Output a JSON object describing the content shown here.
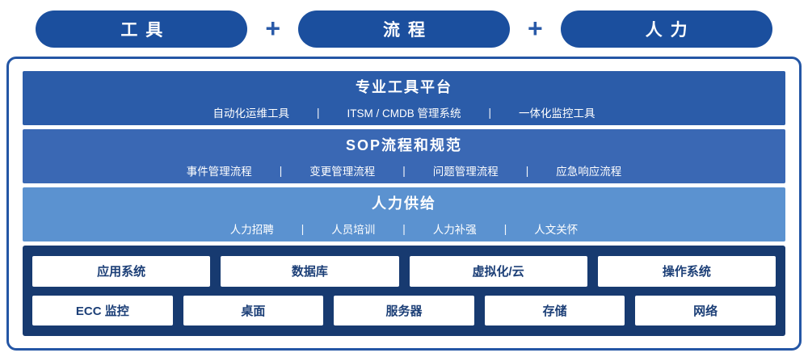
{
  "top": {
    "pills": [
      "工具",
      "流程",
      "人力"
    ],
    "plus": "+"
  },
  "divider": "|",
  "bands": [
    {
      "title": "专业工具平台",
      "items": [
        "自动化运维工具",
        "ITSM / CMDB 管理系统",
        "一体化监控工具"
      ]
    },
    {
      "title": "SOP流程和规范",
      "items": [
        "事件管理流程",
        "变更管理流程",
        "问题管理流程",
        "应急响应流程"
      ]
    },
    {
      "title": "人力供给",
      "items": [
        "人力招聘",
        "人员培训",
        "人力补强",
        "人文关怀"
      ]
    }
  ],
  "grid": {
    "rows": [
      [
        "应用系统",
        "数据库",
        "虚拟化/云",
        "操作系统"
      ],
      [
        "ECC 监控",
        "桌面",
        "服务器",
        "存储",
        "网络"
      ]
    ]
  },
  "colors": {
    "pill": "#1b4f9e",
    "plus": "#2a5aa8",
    "frame_border": "#2456a5",
    "band_tools": "#2b5ca9",
    "band_sop": "#3a68b4",
    "band_people": "#5b92d0",
    "bottom_panel": "#173a70",
    "cell_text": "#1c3f77"
  }
}
